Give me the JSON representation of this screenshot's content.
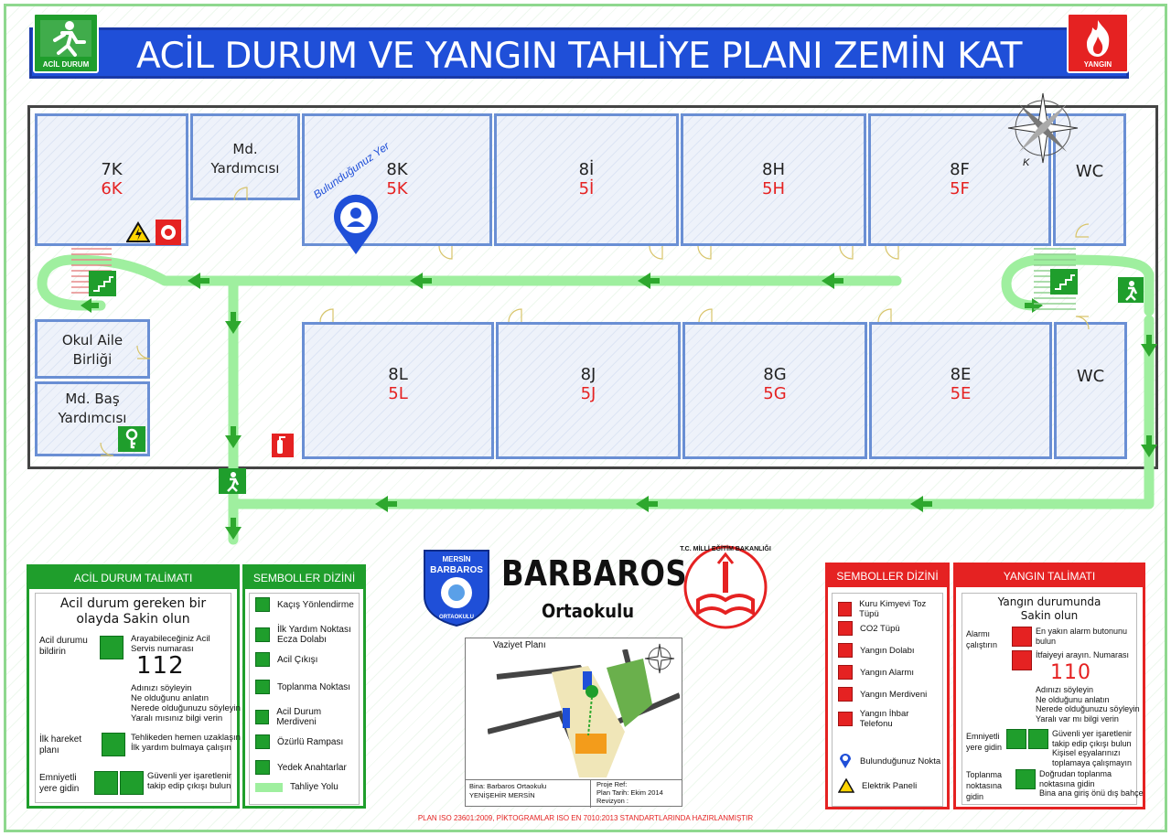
{
  "header": {
    "title": "ACİL DURUM VE YANGIN TAHLİYE PLANI ZEMİN KAT",
    "left_sign": "ACİL DURUM",
    "right_sign": "YANGIN"
  },
  "compass_label": "K",
  "rooms": [
    {
      "name": "7K",
      "code": "6K"
    },
    {
      "name": "Md. Yardımcısı"
    },
    {
      "name": "8K",
      "code": "5K"
    },
    {
      "name": "8İ",
      "code": "5İ"
    },
    {
      "name": "8H",
      "code": "5H"
    },
    {
      "name": "8F",
      "code": "5F"
    },
    {
      "name": "WC"
    },
    {
      "name": "Okul Aile Birliği"
    },
    {
      "name": "Md. Baş Yardımcısı"
    },
    {
      "name": "8L",
      "code": "5L"
    },
    {
      "name": "8J",
      "code": "5J"
    },
    {
      "name": "8G",
      "code": "5G"
    },
    {
      "name": "8E",
      "code": "5E"
    },
    {
      "name": "WC"
    }
  ],
  "you_are_here": "Bulunduğunuz Yer",
  "acil": {
    "header": "ACİL DURUM TALİMATI",
    "title": "Acil durum gereken bir olayda Sakin olun",
    "r1_label": "Acil durumu bildirin",
    "r1_text": "Arayabileceğiniz Acil Servis numarası",
    "r1_num": "112",
    "r1_sub": "Adınızı söyleyin\nNe olduğunu anlatın\nNerede olduğunuzu söyleyin\nYaralı mısınız bilgi verin",
    "r2_label": "İlk hareket planı",
    "r2_text": "Tehlikeden hemen uzaklaşın\nİlk yardım bulmaya çalışın",
    "r3_label": "Emniyetli yere gidin",
    "r3_text": "Güvenli yer işaretlenir takip edip çıkışı bulun"
  },
  "sym_left": {
    "header": "SEMBOLLER DİZİNİ",
    "items": [
      "Kaçış Yönlendirme",
      "İlk Yardım Noktası\nEcza Dolabı",
      "Acil Çıkışı",
      "Toplanma Noktası",
      "Acil Durum Merdiveni",
      "Özürlü Rampası",
      "Yedek Anahtarlar",
      "Tahliye Yolu"
    ]
  },
  "school": {
    "name": "BARBAROS",
    "sub": "Ortaokulu",
    "badge_top": "MERSİN",
    "badge_mid": "BARBAROS",
    "badge_bot": "ORTAOKULU",
    "ministry": "T.C. MİLLİ EĞİTİM BAKANLIĞI"
  },
  "site": {
    "title": "Vaziyet Planı",
    "bina": "Bina: Barbaros Ortaokulu",
    "loc": "YENİŞEHİR MERSİN",
    "proje": "Proje Ref:",
    "tarih": "Plan Tarih: Ekim 2014",
    "rev": "Revizyon :"
  },
  "sym_right": {
    "header": "SEMBOLLER DİZİNİ",
    "items": [
      "Kuru Kimyevi Toz Tüpü",
      "CO2 Tüpü",
      "Yangın Dolabı",
      "Yangın Alarmı",
      "Yangın Merdiveni",
      "Yangın İhbar Telefonu",
      "Bulunduğunuz Nokta",
      "Elektrik Paneli"
    ]
  },
  "yangin": {
    "header": "YANGIN TALİMATI",
    "title": "Yangın durumunda Sakin olun",
    "r1_label": "Alarmı çalıştırın",
    "r1_a": "En yakın alarm butonunu bulun",
    "r1_b": "İtfaiyeyi arayın. Numarası",
    "r1_num": "110",
    "r1_sub": "Adınızı söyleyin\nNe olduğunu anlatın\nNerede olduğunuzu söyleyin\nYaralı var mı bilgi verin",
    "r2_label": "Emniyetli yere gidin",
    "r2_text": "Güvenli yer işaretlenir takip edip çıkışı bulun\nKişisel eşyalarınızı toplamaya çalışmayın",
    "r3_label": "Toplanma noktasına gidin",
    "r3_text": "Doğrudan toplanma noktasına gidin\nBina ana giriş önü dış bahçe"
  },
  "footer": "PLAN ISO 23601:2009, PİKTOGRAMLAR ISO EN 7010:2013 STANDARTLARINDA HAZIRLANMIŞTIR",
  "colors": {
    "green": "#1f9e2c",
    "red": "#e52222",
    "blue": "#1f4fd8",
    "route": "#9fef9f",
    "room_border": "#6a8fd4"
  }
}
